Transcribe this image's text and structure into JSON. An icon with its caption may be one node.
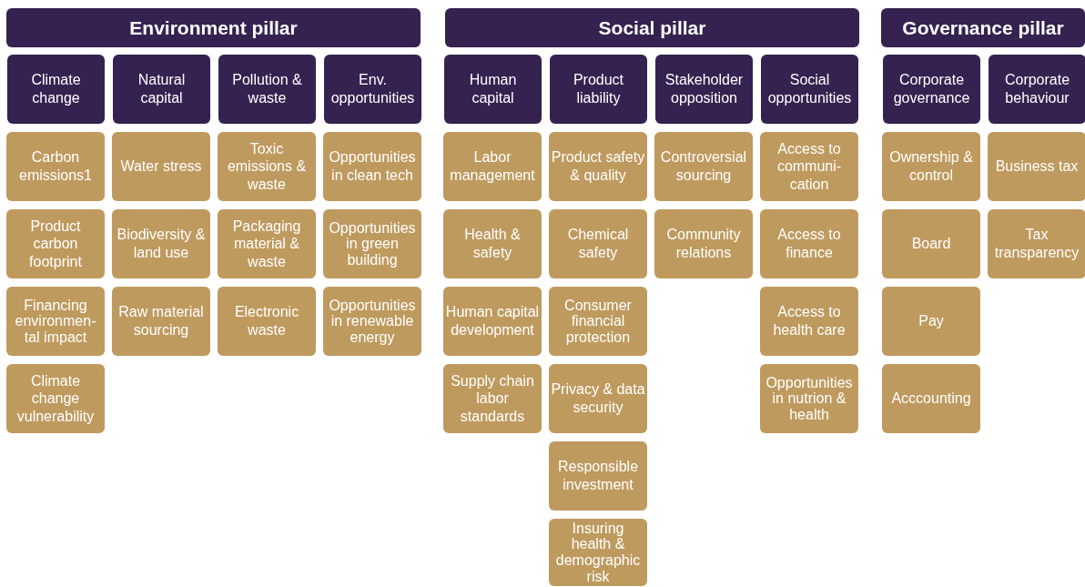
{
  "diagram": {
    "nodes": [
      {
        "text": [
          "Environment pillar"
        ]
      },
      {
        "text": [
          "Climate change"
        ]
      },
      {
        "text": [
          "Carbon emissions1"
        ]
      },
      {
        "text": [
          "Product carbon footprint"
        ]
      },
      {
        "text": [
          "Financing environmen-tal impact"
        ]
      },
      {
        "text": [
          "Climate change vulnerability"
        ]
      },
      {
        "text": [
          "Natural capital"
        ]
      },
      {
        "text": [
          "Water stress"
        ]
      },
      {
        "text": [
          "Biodiversity & land use"
        ]
      },
      {
        "text": [
          "Raw material sourcing"
        ]
      },
      {
        "text": [
          "Pollution & waste"
        ]
      },
      {
        "text": [
          "Toxic emissions & waste"
        ]
      },
      {
        "text": [
          "Packaging material & waste"
        ]
      },
      {
        "text": [
          "Electronic waste"
        ]
      },
      {
        "text": [
          "Env. opportunities"
        ]
      },
      {
        "text": [
          "Opportunities in clean tech"
        ]
      },
      {
        "text": [
          "Opportunities in green building"
        ]
      },
      {
        "text": [
          "Opportunities in renewable energy"
        ]
      },
      {
        "text": [
          "Social pillar"
        ]
      },
      {
        "text": [
          "Human capital"
        ]
      },
      {
        "text": [
          "Labor management"
        ]
      },
      {
        "text": [
          "Health & safety"
        ]
      },
      {
        "text": [
          "Human capital development"
        ]
      },
      {
        "text": [
          "Supply chain labor standards"
        ]
      },
      {
        "text": [
          "Product liability"
        ]
      },
      {
        "text": [
          "Product safety & quality"
        ]
      },
      {
        "text": [
          "Chemical safety"
        ]
      },
      {
        "text": [
          "Consumer financial protection"
        ]
      },
      {
        "text": [
          "Privacy & data security"
        ]
      },
      {
        "text": [
          "Responsible investment"
        ]
      },
      {
        "text": [
          "Insuring health & demographic risk"
        ]
      },
      {
        "text": [
          "Stakeholder opposition"
        ]
      },
      {
        "text": [
          "Controversial sourcing"
        ]
      },
      {
        "text": [
          "Community relations"
        ]
      },
      {
        "text": [
          "Social opportunities"
        ]
      },
      {
        "text": [
          "Access to communi-cation"
        ]
      },
      {
        "text": [
          "Access to finance"
        ]
      },
      {
        "text": [
          "Access to health care"
        ]
      },
      {
        "text": [
          "Opportunities in nutrion & health"
        ]
      },
      {
        "text": [
          "Governance pillar"
        ]
      },
      {
        "text": [
          "Corporate governance"
        ]
      },
      {
        "text": [
          "Ownership & control"
        ]
      },
      {
        "text": [
          "Board"
        ]
      },
      {
        "text": [
          "Pay"
        ]
      },
      {
        "text": [
          "Acccounting"
        ]
      },
      {
        "text": [
          "Corporate behaviour"
        ]
      },
      {
        "text": [
          "Business tax"
        ]
      },
      {
        "text": [
          "Tax transparency"
        ]
      }
    ]
  }
}
